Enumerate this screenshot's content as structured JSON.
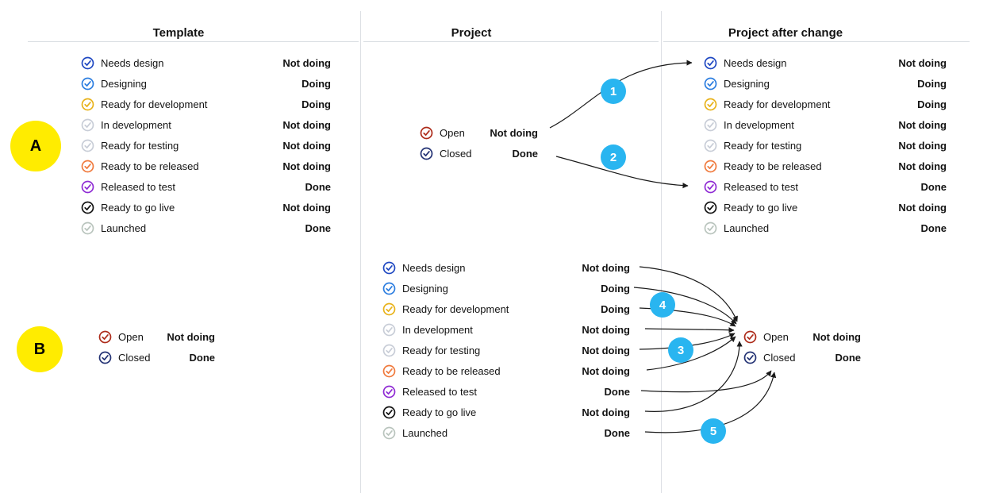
{
  "headers": {
    "template": "Template",
    "project": "Project",
    "after_change": "Project after change"
  },
  "section_markers": {
    "a": "A",
    "b": "B"
  },
  "badges": [
    "1",
    "2",
    "3",
    "4",
    "5"
  ],
  "colors": {
    "badge": "#29b5f0",
    "section_marker": "#ffec00",
    "arrow": "#1a1a1a"
  },
  "workflow_full": {
    "items": [
      {
        "label": "Needs design",
        "state": "Not doing",
        "color": "#1f48c2",
        "icon": "check-circle"
      },
      {
        "label": "Designing",
        "state": "Doing",
        "color": "#2b7de0",
        "icon": "check-circle"
      },
      {
        "label": "Ready for development",
        "state": "Doing",
        "color": "#e8b21a",
        "icon": "check-circle"
      },
      {
        "label": "In development",
        "state": "Not doing",
        "color": "#c8cdd7",
        "icon": "check-circle"
      },
      {
        "label": "Ready for testing",
        "state": "Not doing",
        "color": "#c8cdd7",
        "icon": "check-circle"
      },
      {
        "label": "Ready to be released",
        "state": "Not doing",
        "color": "#f07a3d",
        "icon": "check-circle"
      },
      {
        "label": "Released to test",
        "state": "Done",
        "color": "#8f2bd4",
        "icon": "check-circle"
      },
      {
        "label": "Ready to go live",
        "state": "Not doing",
        "color": "#121212",
        "icon": "check-circle"
      },
      {
        "label": "Launched",
        "state": "Done",
        "color": "#b9c4bd",
        "icon": "check-circle"
      }
    ]
  },
  "workflow_short": {
    "items": [
      {
        "label": "Open",
        "state": "Not doing",
        "color": "#ad2b1a",
        "icon": "check-circle"
      },
      {
        "label": "Closed",
        "state": "Done",
        "color": "#233274",
        "icon": "check-circle"
      }
    ]
  },
  "arrows": [
    {
      "badge": "1",
      "section": "A",
      "from": "Open",
      "to": "Needs design"
    },
    {
      "badge": "2",
      "section": "A",
      "from": "Closed",
      "to": "Released to test"
    },
    {
      "badge": "4",
      "section": "B",
      "from": "Needs design, Designing, Ready for development",
      "to": "Open"
    },
    {
      "badge": "3",
      "section": "B",
      "from": "In development, Ready for testing, Ready to be released, Ready to go live",
      "to": "Open"
    },
    {
      "badge": "5",
      "section": "B",
      "from": "Released to test, Launched",
      "to": "Closed"
    }
  ]
}
